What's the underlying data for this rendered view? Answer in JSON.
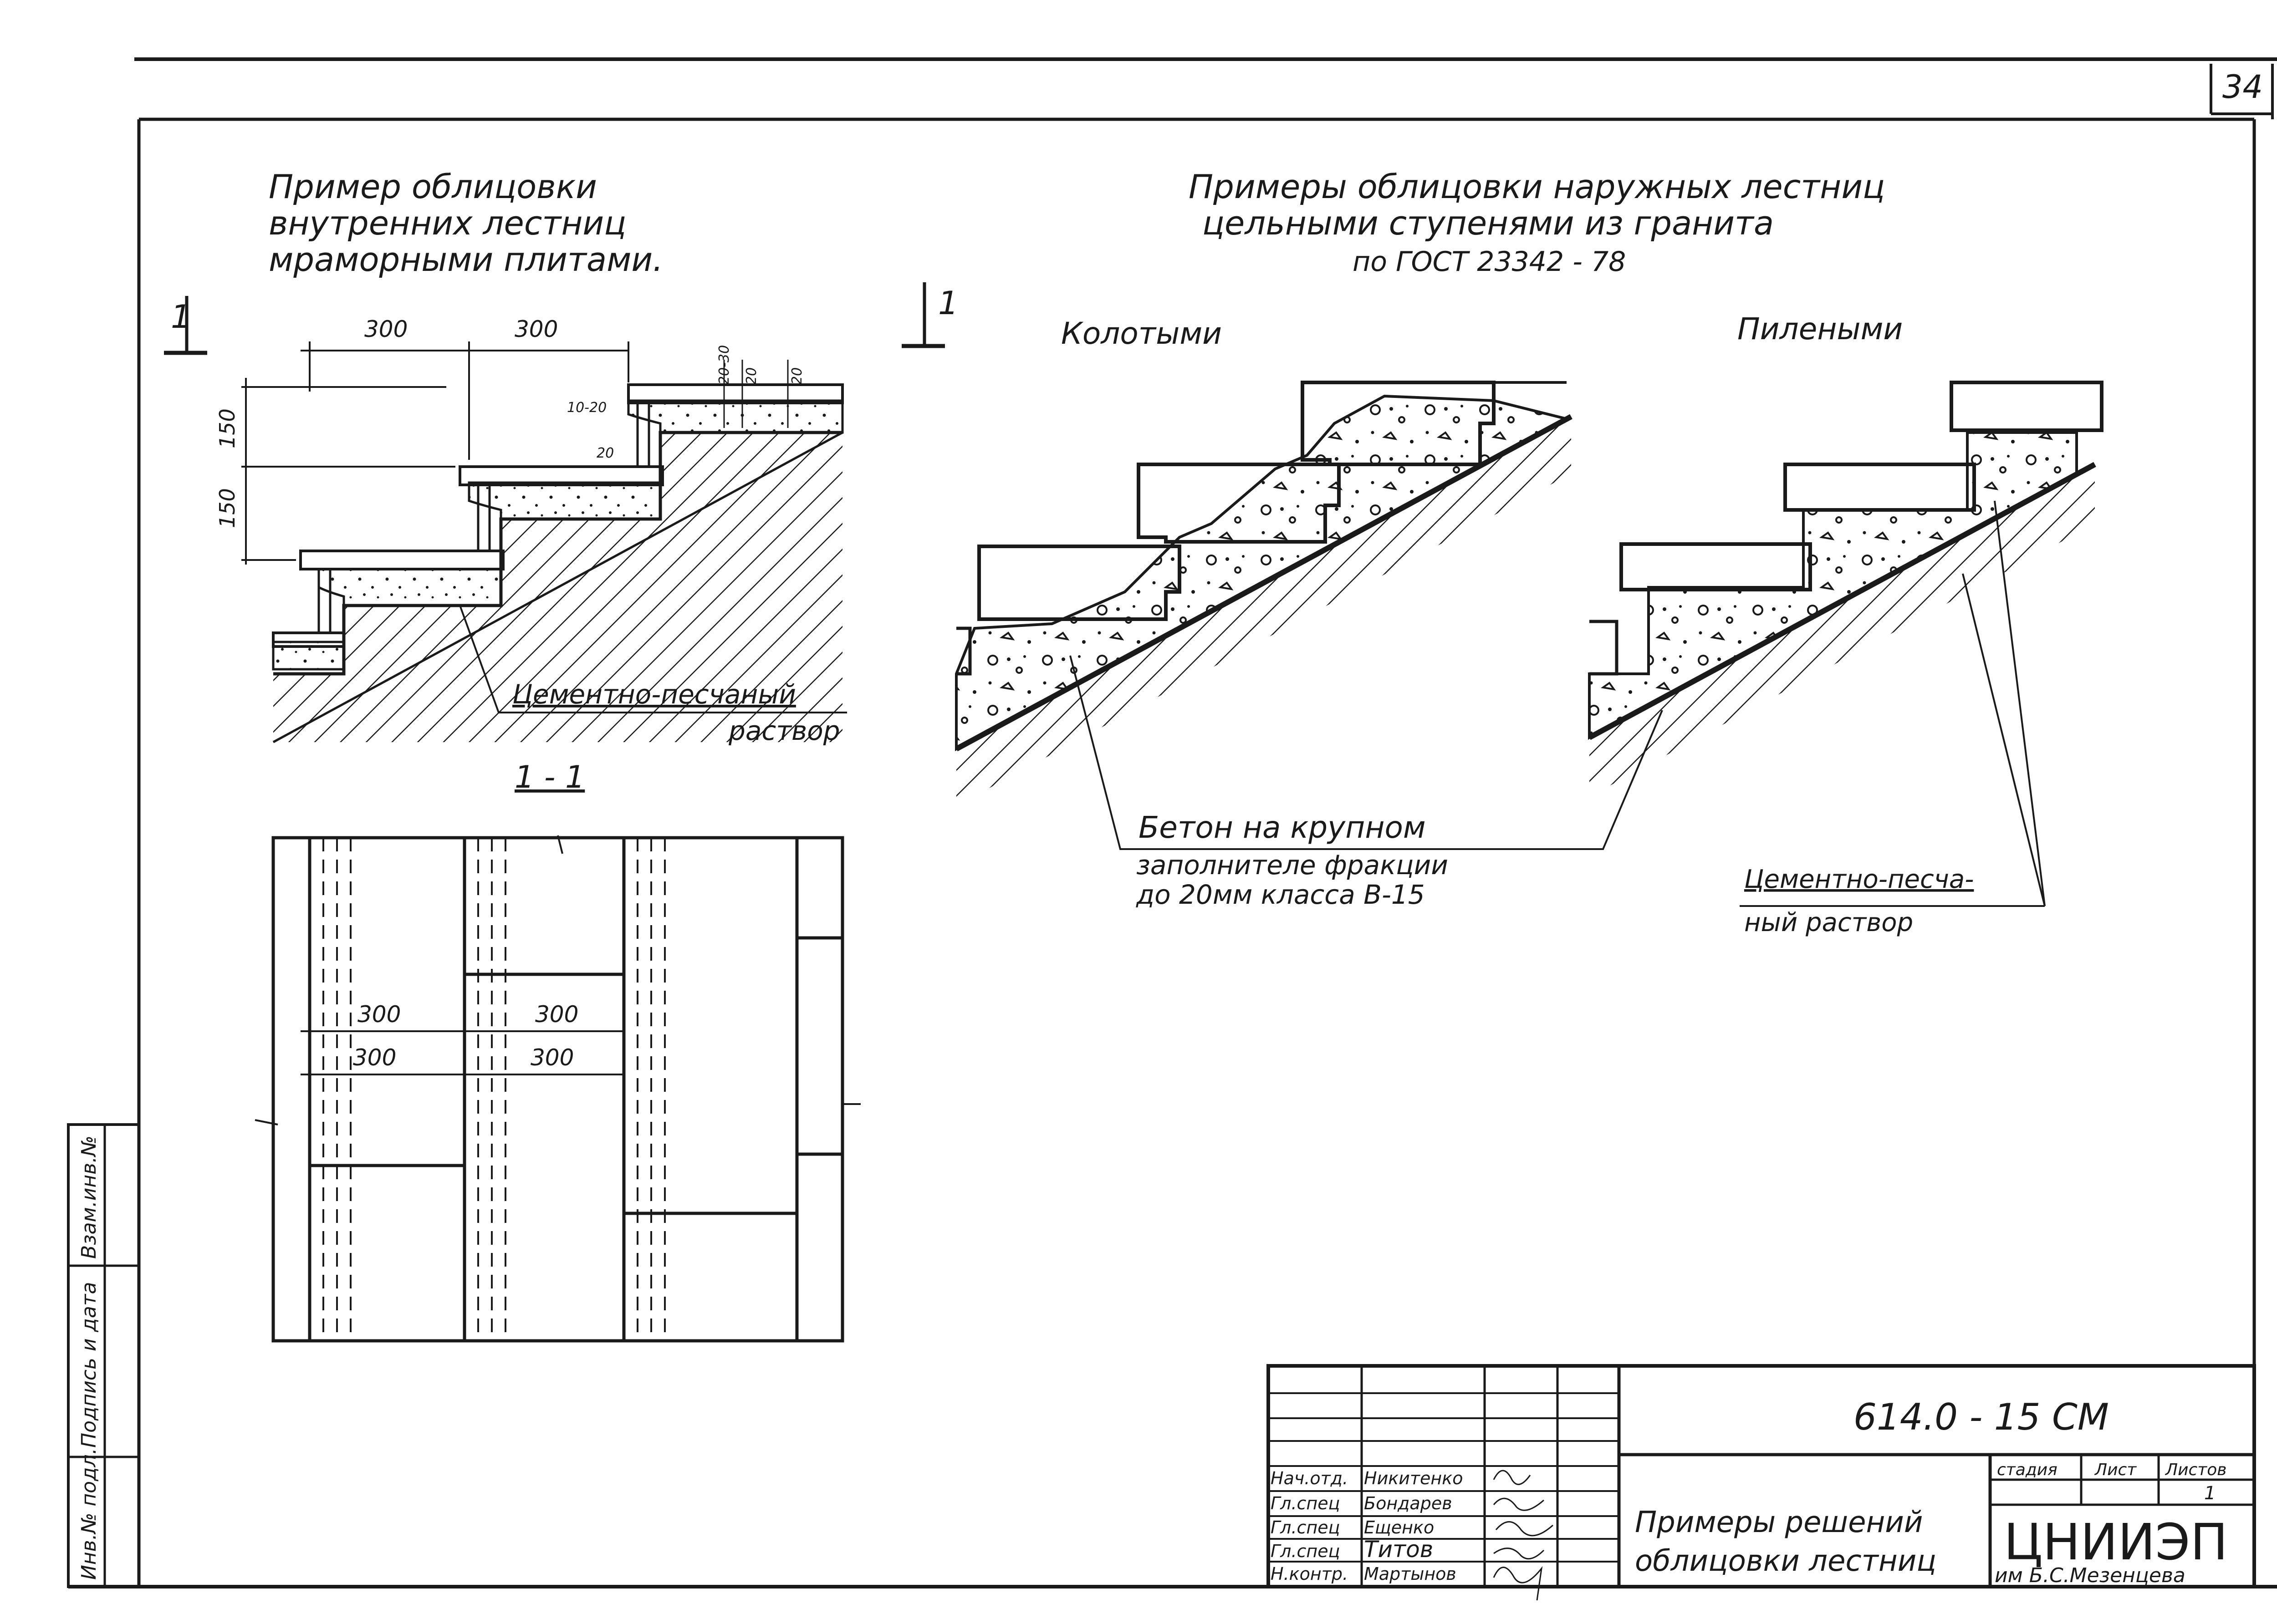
{
  "sheet": {
    "page_number": "34",
    "ink_color": "#1a1a1a",
    "paper_color": "#ffffff"
  },
  "interior_example": {
    "title_lines": [
      "Пример облицовки",
      "внутренних лестниц",
      "мраморными плитами."
    ],
    "section_marker": "1",
    "dim_300_a": "300",
    "dim_300_b": "300",
    "dim_150_a": "150",
    "dim_150_b": "150",
    "dim_10_20": "10-20",
    "dim_20": "20",
    "dim_small_1": "20-30",
    "dim_small_2": "20",
    "dim_small_3": "20",
    "mortar_label_lines": [
      "Цементно-песчаный",
      "раствор"
    ]
  },
  "section_view": {
    "title": "1 - 1",
    "dims_upper": [
      "300",
      "300"
    ],
    "dims_lower": [
      "300",
      "300"
    ]
  },
  "exterior_examples": {
    "title_lines": [
      "Примеры облицовки наружных лестниц",
      "цельными ступенями из гранита",
      "по ГОСТ 23342 - 78"
    ],
    "section_marker": "1",
    "variant_left": "Колотыми",
    "variant_right": "Пилеными",
    "concrete_label_lines": [
      "Бетон на крупном",
      "заполнителе фракции",
      "до 20мм класса В-15"
    ],
    "mortar_label_lines": [
      "Цементно-песча-",
      "ный раствор"
    ]
  },
  "title_block": {
    "document_code": "614.0 - 15 СМ",
    "title_lines": [
      "Примеры решений",
      "облицовки лестниц"
    ],
    "stage_header": "стадия",
    "sheet_header": "Лист",
    "sheets_header": "Листов",
    "sheets_value": "1",
    "organization": "ЦНИИЭП",
    "organization_sub": "им Б.С.Мезенцева",
    "signatures": [
      {
        "role": "Нач.отд.",
        "name": "Никитенко"
      },
      {
        "role": "Гл.спец",
        "name": "Бондарев"
      },
      {
        "role": "Гл.спец",
        "name": "Ещенко"
      },
      {
        "role": "Гл.спец",
        "name": "Титов"
      },
      {
        "role": "Н.контр.",
        "name": "Мартынов"
      }
    ]
  },
  "side_stamp": {
    "cells": [
      "Инв.№ подл.",
      "Подпись и дата",
      "Взам.инв.№"
    ]
  }
}
